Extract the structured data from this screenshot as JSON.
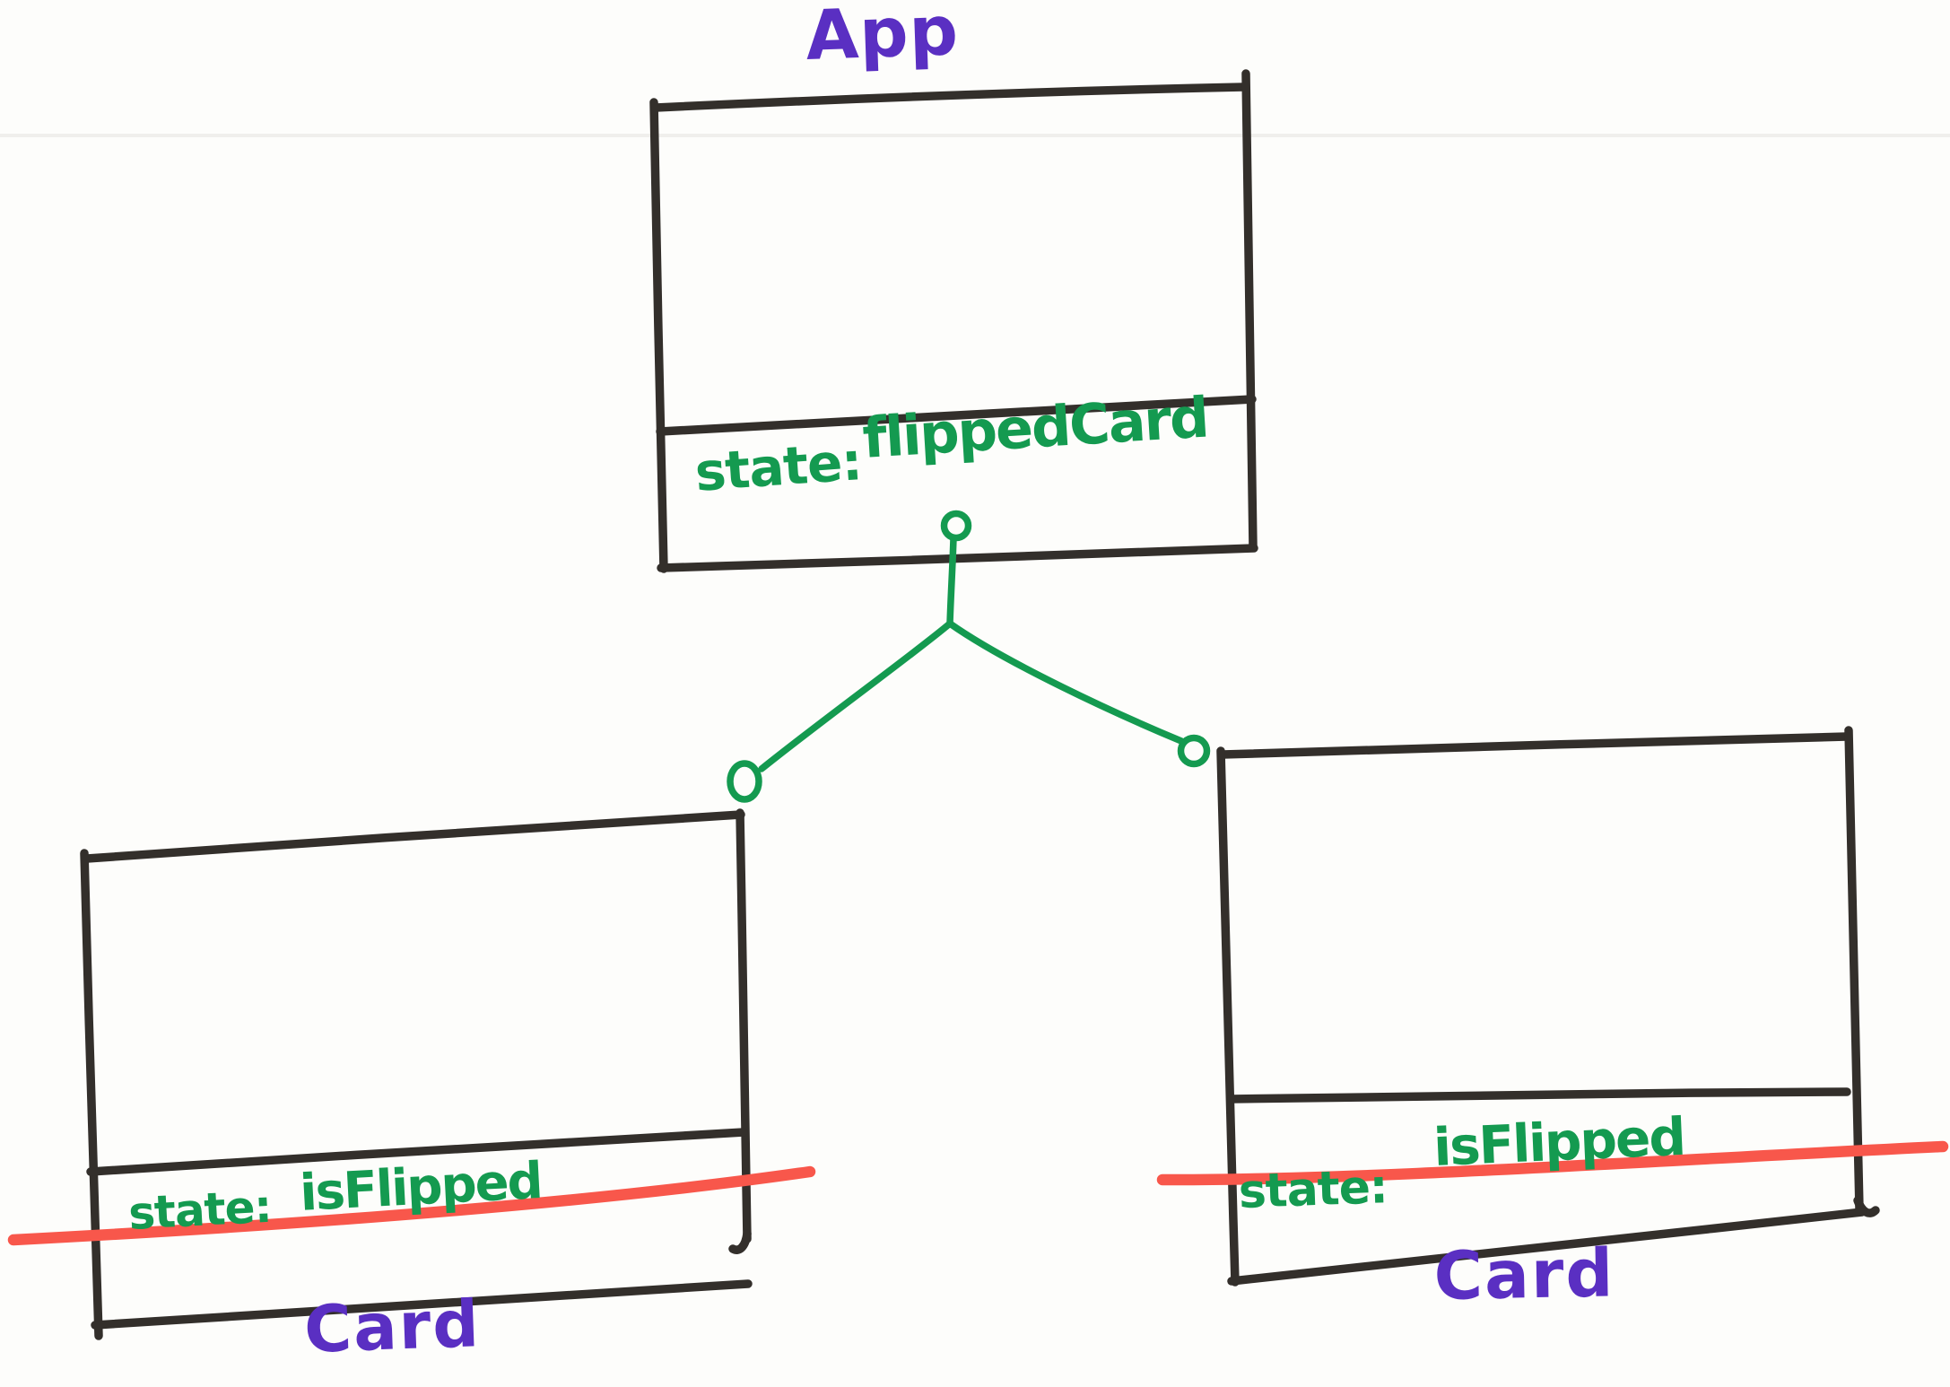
{
  "colors": {
    "paper": "#fdfdfb",
    "ink": "#332f2b",
    "green": "#149a50",
    "purple": "#5a2fc2",
    "red": "#f8574b"
  },
  "diagram": {
    "type": "component-tree-sketch",
    "root": {
      "title": "App",
      "state_label": "state:",
      "state_value": "flippedCard",
      "crossed_out": false
    },
    "children": [
      {
        "title": "Card",
        "state_label": "state:",
        "state_value": "isFlipped",
        "crossed_out": true
      },
      {
        "title": "Card",
        "state_label": "state:",
        "state_value": "isFlipped",
        "crossed_out": true
      }
    ],
    "edges": [
      {
        "from": "App.state",
        "to": "Card-left",
        "style": "green-line-with-port-circles"
      },
      {
        "from": "App.state",
        "to": "Card-right",
        "style": "green-line-with-port-circles"
      }
    ]
  }
}
